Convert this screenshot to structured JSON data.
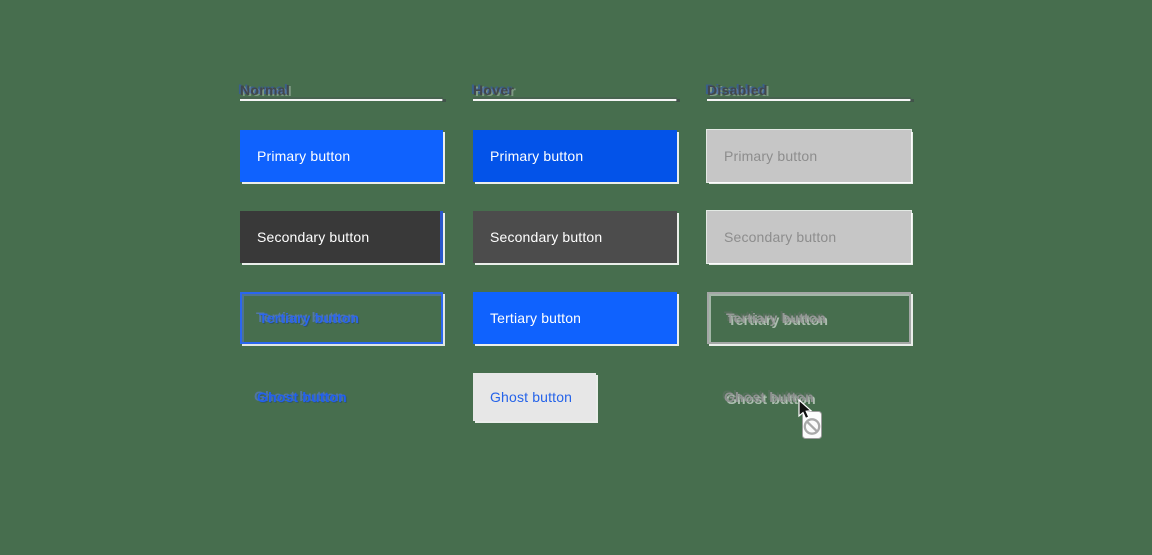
{
  "canvas": {
    "background_color": "#476e4e"
  },
  "grid": {
    "headers": [
      {
        "label": "Normal"
      },
      {
        "label": "Hover"
      },
      {
        "label": "Disabled"
      }
    ],
    "rows": [
      {
        "type": "primary",
        "label": "Primary button"
      },
      {
        "type": "secondary",
        "label": "Secondary button"
      },
      {
        "type": "tertiary",
        "label": "Tertiary button"
      },
      {
        "type": "ghost",
        "label": "Ghost button"
      }
    ]
  },
  "colors": {
    "primary": "#0f62fe",
    "primary_hover": "#0353e9",
    "secondary": "#393939",
    "secondary_hover": "#4c4c4c",
    "tertiary_accent": "#2b66ee",
    "ghost_hover_bg": "#e7e7e7",
    "disabled_fill": "#c6c6c6",
    "disabled_text": "#8d8d8d",
    "header_text": "#41464d",
    "header_underline": "#f5f5f5",
    "background": "#476e4e"
  },
  "cursor": {
    "type": "not-allowed"
  }
}
